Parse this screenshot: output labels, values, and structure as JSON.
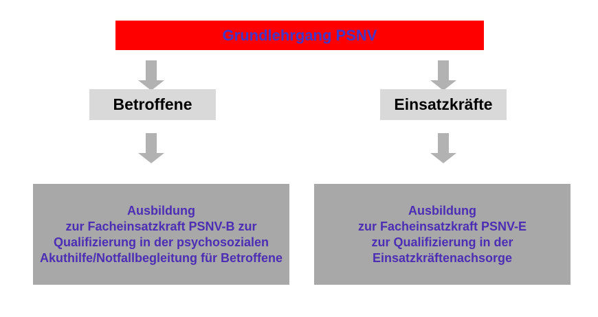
{
  "diagram": {
    "title": "Grundlehrgang PSNV",
    "branches": [
      {
        "label": "Betroffene",
        "outcome_lines": [
          "Ausbildung",
          "zur Facheinsatzkraft PSNV-B zur",
          "Qualifizierung in der psychosozialen",
          "Akuthilfe/Notfallbegleitung für Betroffene"
        ]
      },
      {
        "label": "Einsatzkräfte",
        "outcome_lines": [
          "Ausbildung",
          "zur Facheinsatzkraft PSNV-E",
          "zur Qualifizierung in der",
          "Einsatzkräftenachsorge"
        ]
      }
    ],
    "colors": {
      "title_bg": "#ff0000",
      "title_text": "#4136c8",
      "branch_bg": "#d9d9d9",
      "branch_text": "#000000",
      "outcome_bg": "#a8a8a8",
      "outcome_text": "#4c2eb4",
      "arrow": "#b2b2b2",
      "page_bg": "#ffffff"
    }
  }
}
